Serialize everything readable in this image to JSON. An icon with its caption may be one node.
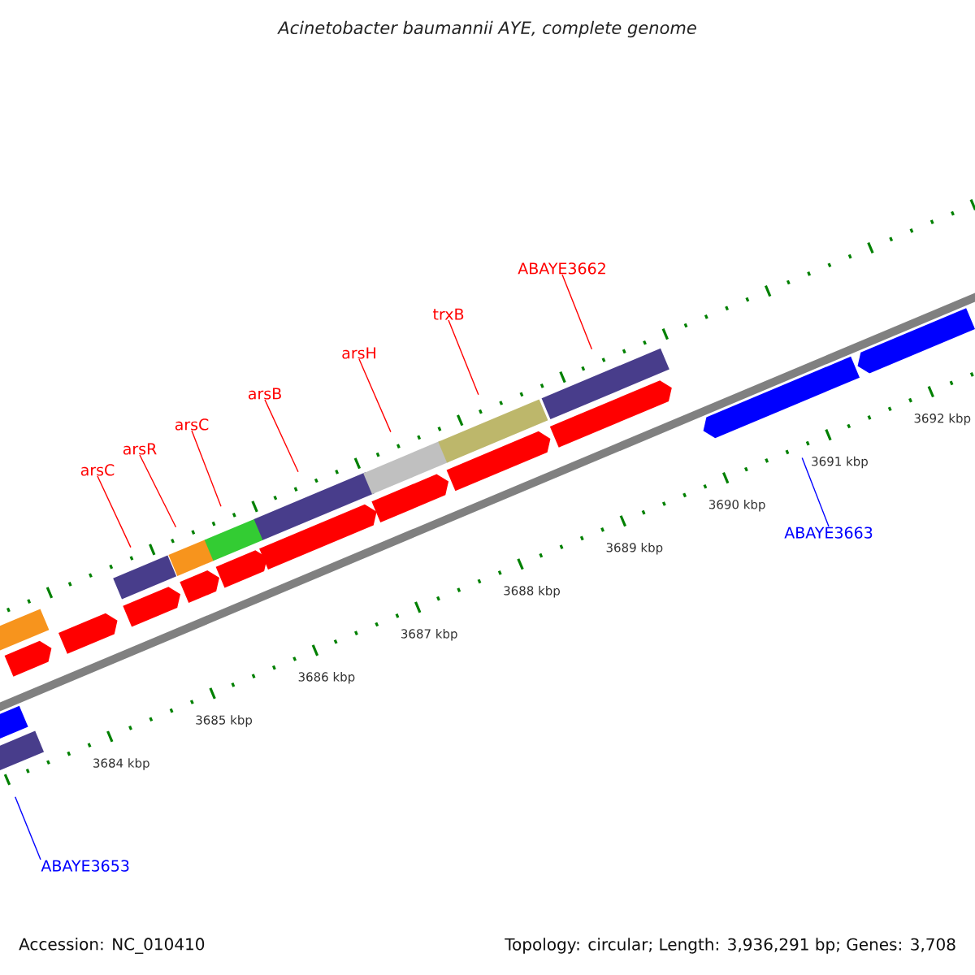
{
  "diagram": {
    "title": "Acinetobacter baumannii AYE, complete genome",
    "nodes": [
      {
        "text": [
          "ABAYE3662"
        ]
      },
      {
        "text": [
          "trxB"
        ]
      },
      {
        "text": [
          "arsH"
        ]
      },
      {
        "text": [
          "arsB"
        ]
      },
      {
        "text": [
          "arsC"
        ]
      },
      {
        "text": [
          "arsR"
        ]
      },
      {
        "text": [
          "arsC"
        ]
      },
      {
        "text": [
          "ABAYE3663"
        ]
      },
      {
        "text": [
          "ABAYE3653"
        ]
      },
      {
        "text": [],
        "shape": "bar"
      },
      {
        "text": [],
        "shape": "bar"
      },
      {
        "text": [],
        "shape": "bar"
      },
      {
        "text": [],
        "shape": "bar"
      },
      {
        "text": [],
        "shape": "bar"
      },
      {
        "text": [],
        "shape": "bar"
      },
      {
        "text": [],
        "shape": "bar"
      },
      {
        "text": [],
        "shape": "bar"
      },
      {
        "text": [],
        "shape": "bar"
      },
      {
        "text": [],
        "shape": "bar"
      },
      {
        "text": [],
        "shape": "bar"
      },
      {
        "text": [],
        "shape": "bar"
      },
      {
        "text": [],
        "shape": "bar"
      },
      {
        "text": [],
        "shape": "bar"
      },
      {
        "text": [],
        "shape": "bar"
      },
      {
        "text": [],
        "shape": "bar"
      },
      {
        "text": [],
        "shape": "bar"
      },
      {
        "text": [],
        "shape": "bar"
      },
      {
        "text": [],
        "shape": "bar"
      },
      {
        "text": [],
        "shape": "bar"
      },
      {
        "text": [],
        "shape": "bar"
      }
    ],
    "edges": [
      {
        "from": 0,
        "to": 27,
        "arrow": "none"
      },
      {
        "from": 1,
        "to": 25,
        "arrow": "none"
      },
      {
        "from": 2,
        "to": 23,
        "arrow": "none"
      },
      {
        "from": 3,
        "to": 21,
        "arrow": "none"
      },
      {
        "from": 4,
        "to": 18,
        "arrow": "none"
      },
      {
        "from": 5,
        "to": 16,
        "arrow": "none"
      },
      {
        "from": 6,
        "to": 15,
        "arrow": "none"
      },
      {
        "from": 7,
        "to": 28,
        "arrow": "none",
        "color": "#0000ff"
      },
      {
        "from": 8,
        "to": 9,
        "arrow": "none",
        "color": "#0000ff"
      }
    ],
    "labels": [
      "3692 kbp",
      "3691 kbp",
      "3690 kbp",
      "3689 kbp",
      "3688 kbp",
      "3687 kbp",
      "3686 kbp",
      "3685 kbp",
      "3684 kbp",
      "Accession: NC_010410",
      "Topology: circular; Length: 3,936,291 bp; Genes: 3,708"
    ]
  }
}
